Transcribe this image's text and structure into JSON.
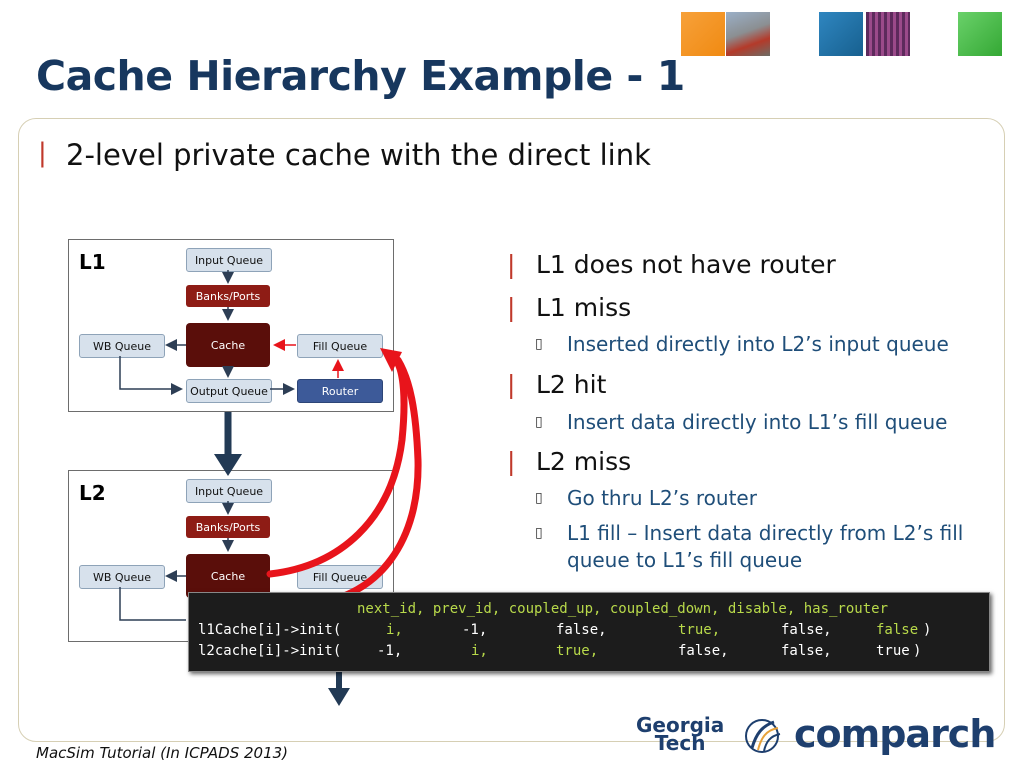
{
  "title": "Cache Hierarchy Example - 1",
  "subtitle": "2-level private cache with the direct link",
  "diagram": {
    "l1": {
      "label": "L1",
      "input_queue": "Input Queue",
      "banks_ports": "Banks/Ports",
      "cache": "Cache",
      "wb_queue": "WB Queue",
      "fill_queue": "Fill Queue",
      "output_queue": "Output Queue",
      "router": "Router"
    },
    "l2": {
      "label": "L2",
      "input_queue": "Input Queue",
      "banks_ports": "Banks/Ports",
      "cache": "Cache",
      "wb_queue": "WB Queue",
      "fill_queue": "Fill Queue"
    }
  },
  "notes": [
    {
      "text": "L1 does not have router",
      "sub": []
    },
    {
      "text": "L1 miss",
      "sub": [
        "Inserted directly into L2’s input queue"
      ]
    },
    {
      "text": "L2 hit",
      "sub": [
        "Insert data directly into L1’s fill queue"
      ]
    },
    {
      "text": "L2 miss",
      "sub": [
        "Go thru L2’s router",
        "L1 fill – Insert data directly from L2’s fill",
        "queue to L1’s fill queue"
      ]
    }
  ],
  "code": {
    "header": "next_id, prev_id, coupled_up, coupled_down, disable, has_router",
    "row1": {
      "prefix": "l1Cache[i]->init(",
      "v1": "i,",
      "v2": "-1,",
      "v3": "false,",
      "v4": "true,",
      "v5": "false,",
      "v6": "false",
      "suffix": ")"
    },
    "row2": {
      "prefix": "l2cache[i]->init(",
      "v1": "-1,",
      "v2": "i,",
      "v3": "true,",
      "v4": "false,",
      "v5": "false,",
      "v6": "true",
      "suffix": ")"
    }
  },
  "footer": "MacSim Tutorial (In ICPADS 2013)",
  "logos": {
    "gt_line1": "Georgia",
    "gt_line2": "Tech",
    "comparch": "comparch"
  },
  "colors": {
    "title": "#17375e",
    "accent_red": "#c0392b",
    "arrow_red": "#e8141b",
    "navy": "#1e3f6e",
    "code_green": "#b8d94a"
  }
}
